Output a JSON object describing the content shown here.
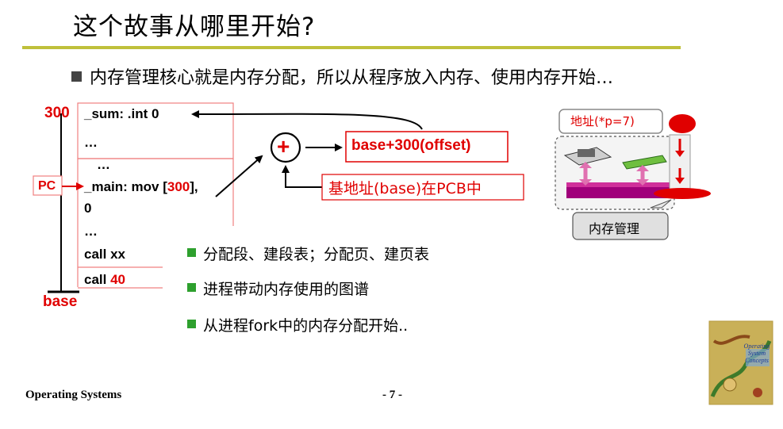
{
  "slide": {
    "title": "这个故事从哪里开始?",
    "main_bullet": "内存管理核心就是内存分配，所以从程序放入内存、使用内存开始…"
  },
  "memory": {
    "top_address": "300",
    "rows": [
      "_sum:  .int  0",
      "…",
      "…",
      "_main: mov [",
      "300",
      "],",
      "0",
      "…",
      "call xx",
      "call ",
      "40"
    ],
    "pc_label": "PC",
    "base_label": "base"
  },
  "calc": {
    "plus": "+",
    "result": "base+300(offset)",
    "base_note": "基地址(base)在PCB中"
  },
  "figure": {
    "address_label": "地址(*p=7)",
    "mm_label": "内存管理"
  },
  "sub_bullets": [
    "分配段、建段表；分配页、建页表",
    "进程带动内存使用的图谱",
    "从进程fork中的内存分配开始.."
  ],
  "book": {
    "title": "Operating System Concepts"
  },
  "footer": {
    "left": "Operating Systems",
    "page": "- 7 -"
  },
  "colors": {
    "accent_red": "#e00000",
    "rule_olive": "#bfc03b",
    "bullet_green": "#2ea02e"
  }
}
